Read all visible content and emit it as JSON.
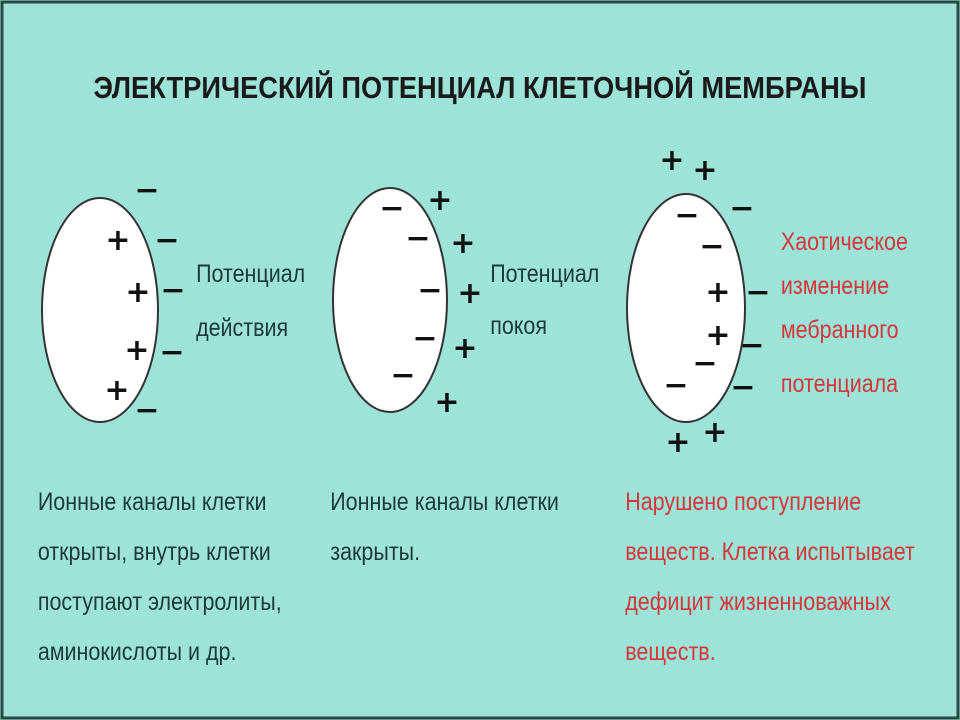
{
  "title": "ЭЛЕКТРИЧЕСКИЙ ПОТЕНЦИАЛ КЛЕТОЧНОЙ МЕМБРАНЫ",
  "colors": {
    "background": "#9de3d8",
    "cell": "#ffffff",
    "text": "#1d3a36",
    "accent_red": "#d6363a"
  },
  "cells": [
    {
      "label": [
        "Потенциал",
        "действия"
      ],
      "description": [
        "Ионные каналы клетки",
        "открыты, внутрь клетки",
        "поступают электролиты,",
        "аминокислоты и др."
      ],
      "inside_signs": [
        "+",
        "+",
        "+",
        "+"
      ],
      "outside_signs": [
        "-",
        "-",
        "-",
        "-",
        "-"
      ]
    },
    {
      "label": [
        "Потенциал",
        "покоя"
      ],
      "description": [
        "Ионные каналы клетки",
        "закрыты."
      ],
      "inside_signs": [
        "-",
        "-",
        "-",
        "-",
        "-"
      ],
      "outside_signs": [
        "+",
        "+",
        "+",
        "+",
        "+"
      ]
    },
    {
      "label": [
        "Хаотическое",
        "изменение",
        "мебранного",
        "потенциала"
      ],
      "description": [
        "Нарушено поступление",
        "веществ. Клетка испытывает",
        "дефицит жизненноважных",
        "веществ."
      ],
      "inside_signs": [
        "-",
        "-",
        "+",
        "+",
        "-",
        "-"
      ],
      "outside_signs": [
        "+",
        "+",
        "-",
        "-",
        "-",
        "-",
        "+",
        "+"
      ]
    }
  ]
}
